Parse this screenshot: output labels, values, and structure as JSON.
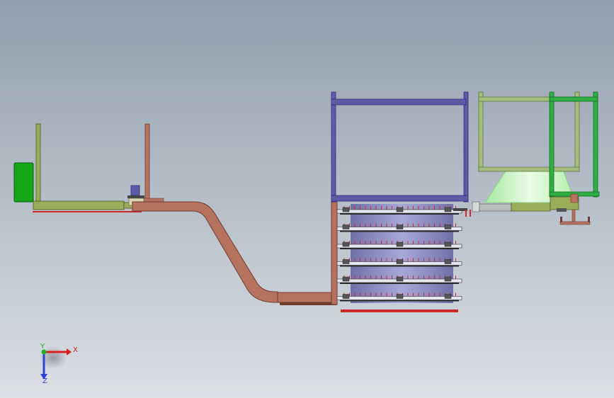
{
  "viewport": {
    "background_top": "#8f9fae",
    "background_bottom": "#dcdfe4"
  },
  "colors": {
    "green_panel": "#14a614",
    "olive_frame": "#9bac59",
    "olive_dark": "#6f7d33",
    "brown_pipe": "#b5735f",
    "brown_dark": "#6e3b2c",
    "blue_frame": "#5c5ca6",
    "blue_dark": "#2f2f7a",
    "purple_tank": "#8f8fc3",
    "light_frame": "#a2bd7d",
    "bright_green": "#2fae44",
    "cone": "#c8f5c3",
    "grey_duct": "#b9bcbc",
    "red_detail": "#cc2a2a"
  },
  "components": [
    "left-control-cabinet",
    "left-conveyor-frame",
    "transfer-duct",
    "vertical-riser",
    "blue-support-frame",
    "central-multi-level-tank",
    "right-hopper-frame",
    "right-green-frame",
    "discharge-cone",
    "outlet-duct",
    "base-bracket"
  ],
  "tank_levels": 6,
  "triad": {
    "x_label": "X",
    "y_label": "Y",
    "z_label": "Z",
    "x_color": "#d81e1e",
    "y_color": "#1fb31f",
    "z_color": "#2f3fd8"
  }
}
